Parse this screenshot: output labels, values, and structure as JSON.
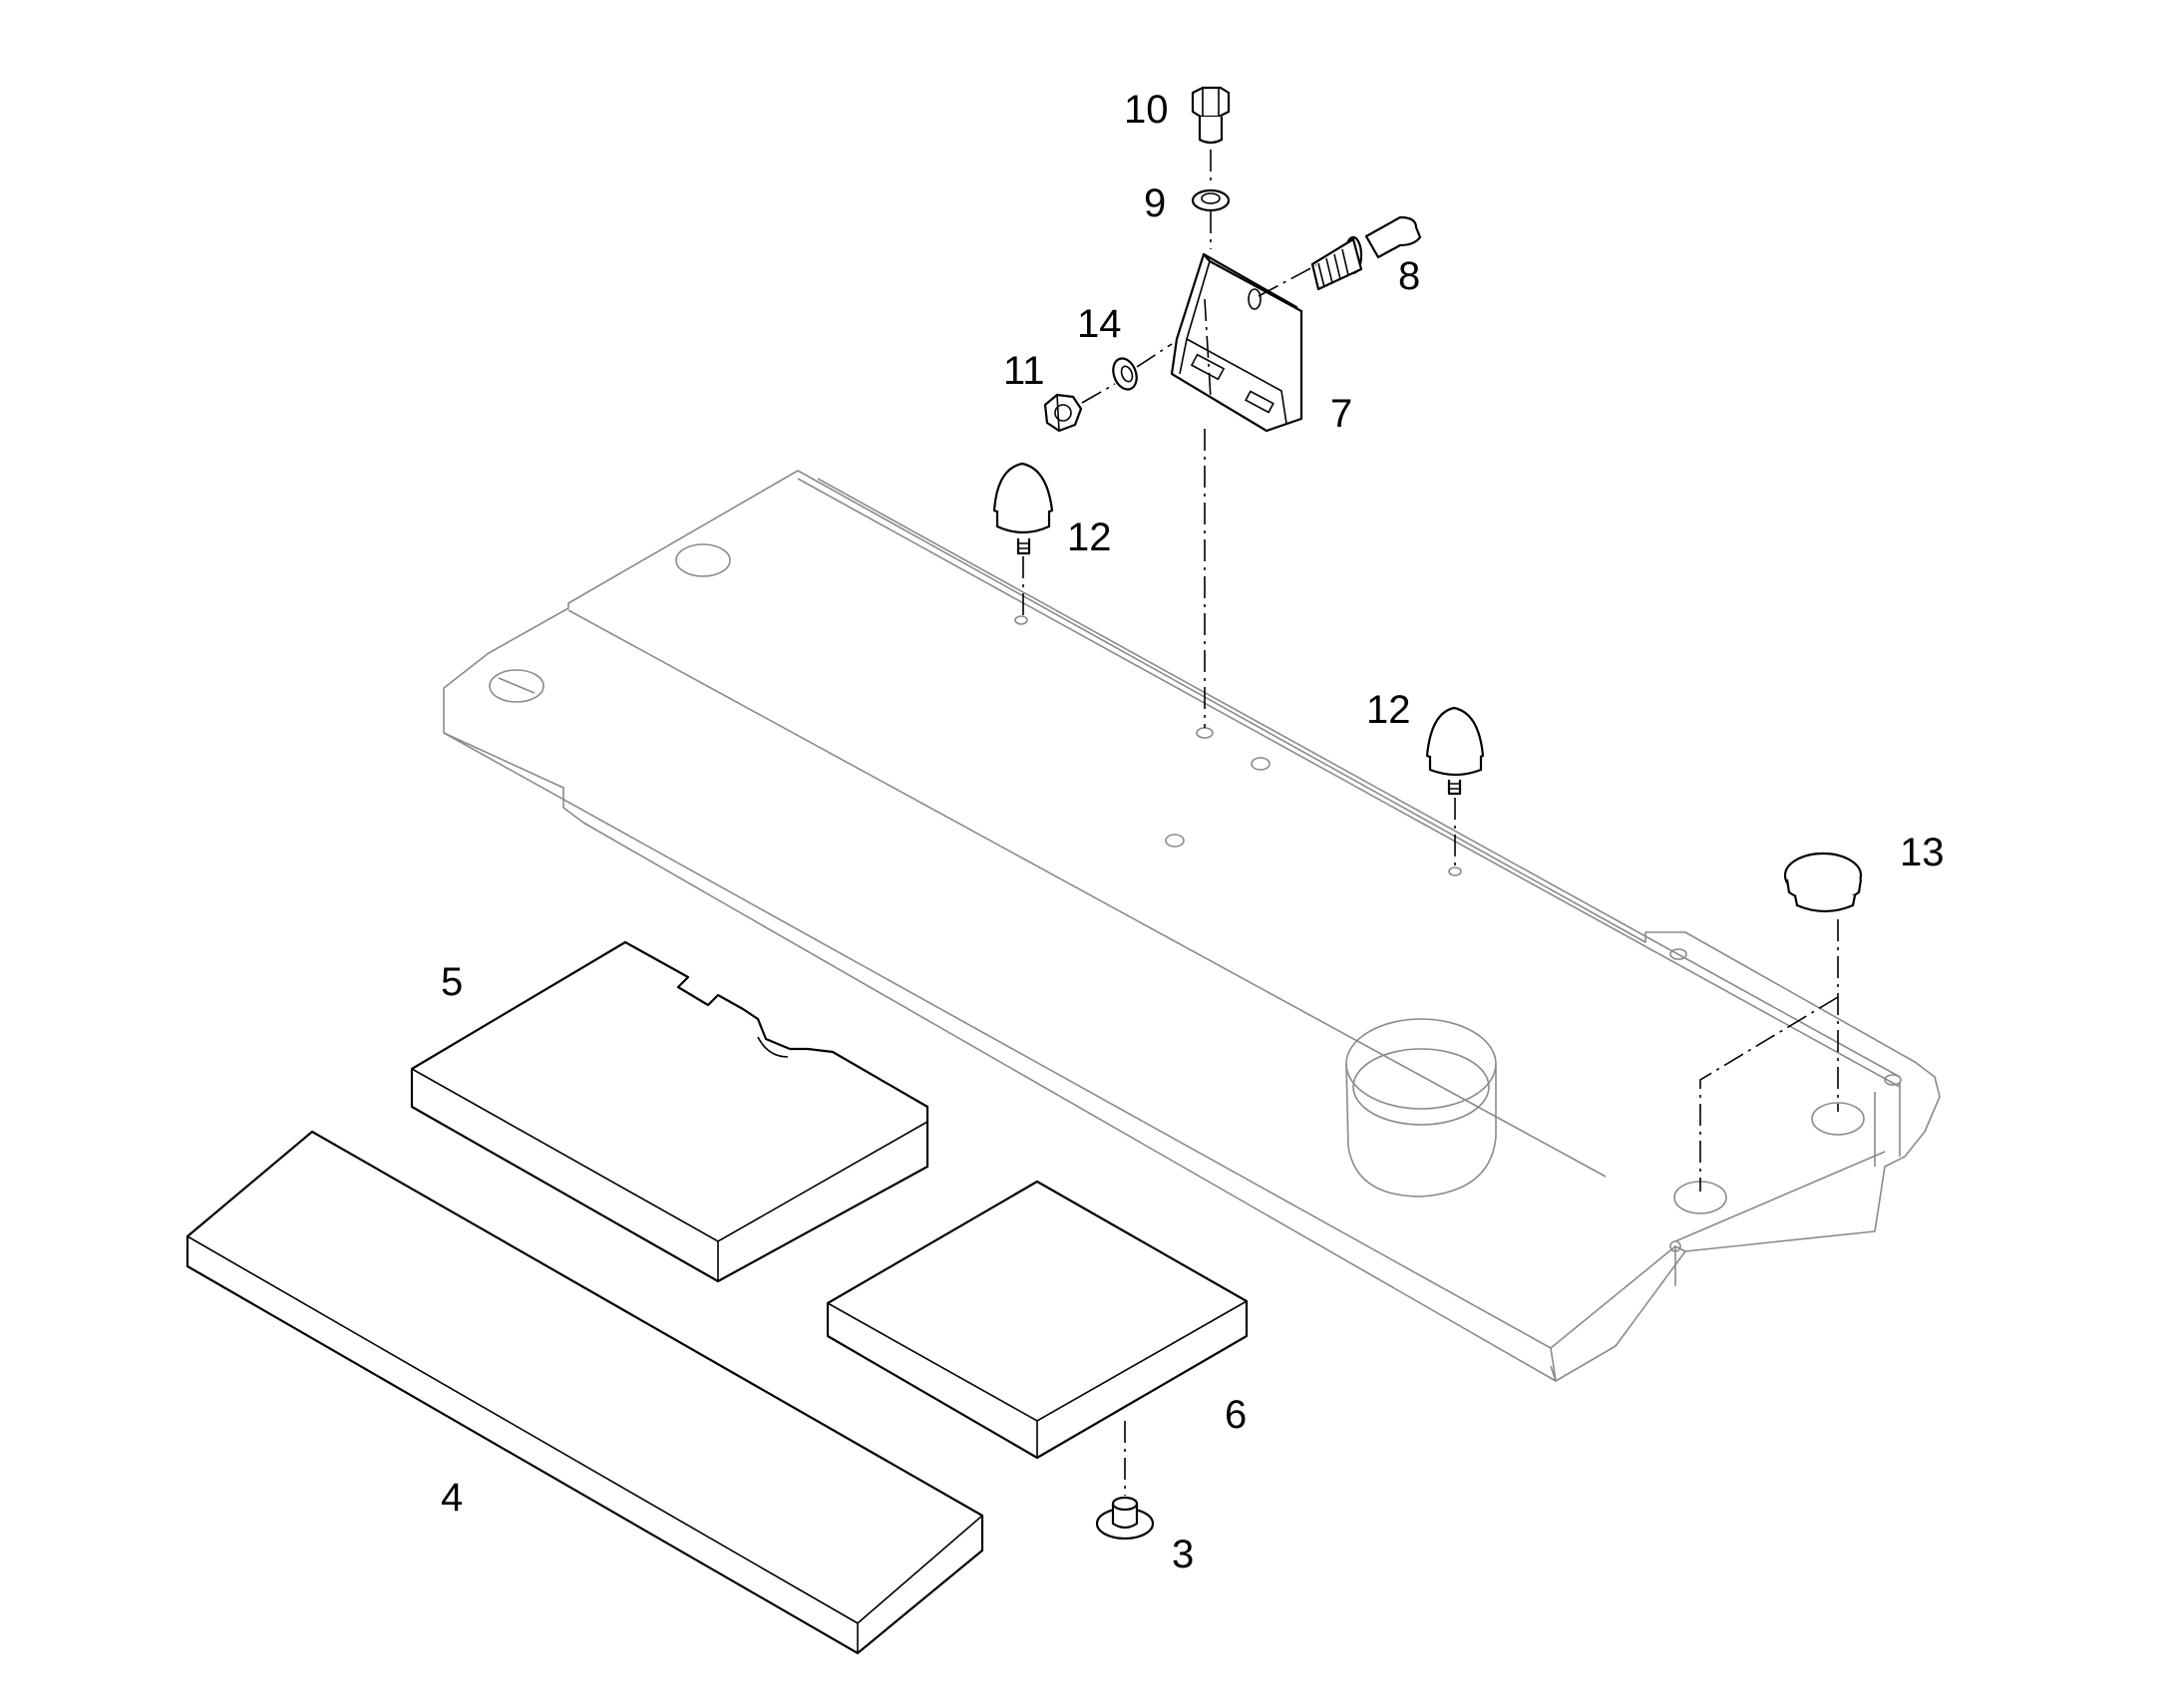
{
  "callouts": [
    {
      "id": "p10",
      "label": "10"
    },
    {
      "id": "p9",
      "label": "9"
    },
    {
      "id": "p8",
      "label": "8"
    },
    {
      "id": "p14",
      "label": "14"
    },
    {
      "id": "p11",
      "label": "11"
    },
    {
      "id": "p7",
      "label": "7"
    },
    {
      "id": "p12a",
      "label": "12"
    },
    {
      "id": "p12b",
      "label": "12"
    },
    {
      "id": "p13",
      "label": "13"
    },
    {
      "id": "p5",
      "label": "5"
    },
    {
      "id": "p6",
      "label": "6"
    },
    {
      "id": "p4",
      "label": "4"
    },
    {
      "id": "p3",
      "label": "3"
    }
  ],
  "colors": {
    "line": "#000000",
    "ghost_line": "#8a8a8a",
    "background": "#ffffff"
  }
}
